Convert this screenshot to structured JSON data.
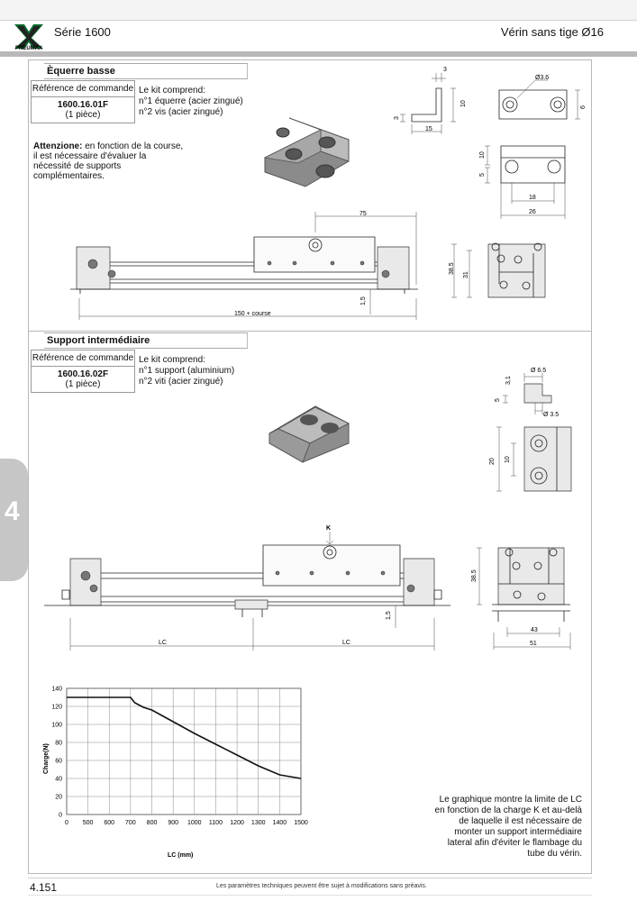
{
  "header": {
    "series": "Série 1600",
    "product": "Vérin sans tige Ø16",
    "logo_text": "PNEUMAX"
  },
  "sections": {
    "bracket": {
      "title": "Èquerre basse",
      "ref_label": "Référence de commande",
      "ref_code": "1600.16.01F",
      "quantity": "(1 pièce)",
      "kit_title": "Le kit comprend:",
      "kit_line1": "n°1 équerre (acier zingué)",
      "kit_line2": "n°2 vis (acier zingué)",
      "note_bold": "Attenzione:",
      "note_text": " en fonction de la course, il est nécessaire d'évaluer la nécessité de supports complémentaires."
    },
    "support": {
      "title": "Support intermédiaire",
      "ref_label": "Référence de commande",
      "ref_code": "1600.16.02F",
      "quantity": "(1 pièce)",
      "kit_title": "Le kit comprend:",
      "kit_line1": "n°1 support (aluminium)",
      "kit_line2": "n°2 viti (acier zingué)"
    }
  },
  "drawings": {
    "bracket": {
      "dim_3_top": "3",
      "dim_10": "10",
      "dim_3_side": "3",
      "dim_15": "15",
      "dia_36": "Ø3.6",
      "dim_6": "6",
      "dim_10b": "10",
      "dim_5": "5",
      "dim_18": "18",
      "dim_26": "26",
      "dim_75": "75",
      "dim_15_lower": "1,5",
      "dim_150": "150 + course",
      "dim_385": "38.5",
      "dim_31": "31"
    },
    "support": {
      "dim_31": "3,1",
      "dia_65": "Ø 6.5",
      "dim_5": "5",
      "dia_35": "Ø 3.5",
      "dim_20": "20",
      "dim_10": "10",
      "k": "K",
      "lc_left": "LC",
      "lc_right": "LC",
      "dim_15": "1,5",
      "dim_385": "38.5",
      "dim_43": "43",
      "dim_51": "51"
    }
  },
  "chart_data": {
    "type": "line",
    "xlabel": "LC (mm)",
    "ylabel": "Charge(N)",
    "xlim": [
      0,
      1500
    ],
    "ylim": [
      0,
      140
    ],
    "xticks": [
      0,
      500,
      600,
      700,
      800,
      900,
      1000,
      1100,
      1200,
      1300,
      1400,
      1500
    ],
    "yticks": [
      0,
      20,
      40,
      60,
      80,
      100,
      120,
      140
    ],
    "x": [
      0,
      700,
      720,
      760,
      800,
      900,
      1000,
      1100,
      1200,
      1300,
      1400,
      1500
    ],
    "y": [
      130,
      130,
      124,
      119,
      116,
      103,
      90,
      78,
      66,
      54,
      44,
      40
    ]
  },
  "caption": "Le graphique montre la limite de LC en fonction de la charge K et au-delà de laquelle il est nécessaire de monter un support intermédiaire lateral afin d'éviter le flambage du tube du vérin.",
  "side_tab": "4",
  "footer": {
    "page": "4.151",
    "notice": "Les paramètres techniques peuvent être sujet à modifications sans préavis."
  }
}
